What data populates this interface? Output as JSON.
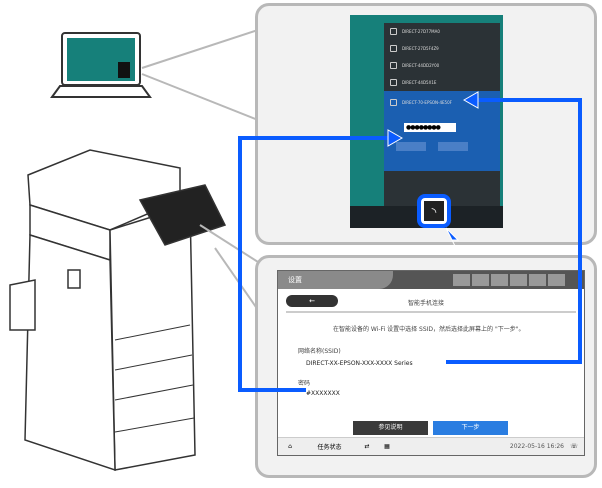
{
  "windows": {
    "networks": [
      "DIRECT-27D77MA0",
      "DIRECT-27D5F4Z9",
      "DIRECT-44DD2Y00",
      "DIRECT-44D5X1E"
    ],
    "selected": "DIRECT-70-EPSON-4E50F",
    "password": "●●●●●●●●"
  },
  "printer_screen": {
    "header": "设置",
    "title": "智能手机连接",
    "instruction": "在智能设备的 Wi-Fi 设置中选择 SSID，然后选择此屏幕上的 \"下一步\"。",
    "ssid_label": "网络名称(SSID)",
    "ssid": "DIRECT-XX-EPSON-XXX-XXXX Series",
    "password_label": "密码",
    "password": "#XXXXXXX",
    "help_button": "参见说明",
    "next_button": "下一步",
    "job_status": "任务状态",
    "datetime": "2022-05-16 16:26",
    "back": "←"
  },
  "colors": {
    "arrow": "#0a5cff"
  }
}
